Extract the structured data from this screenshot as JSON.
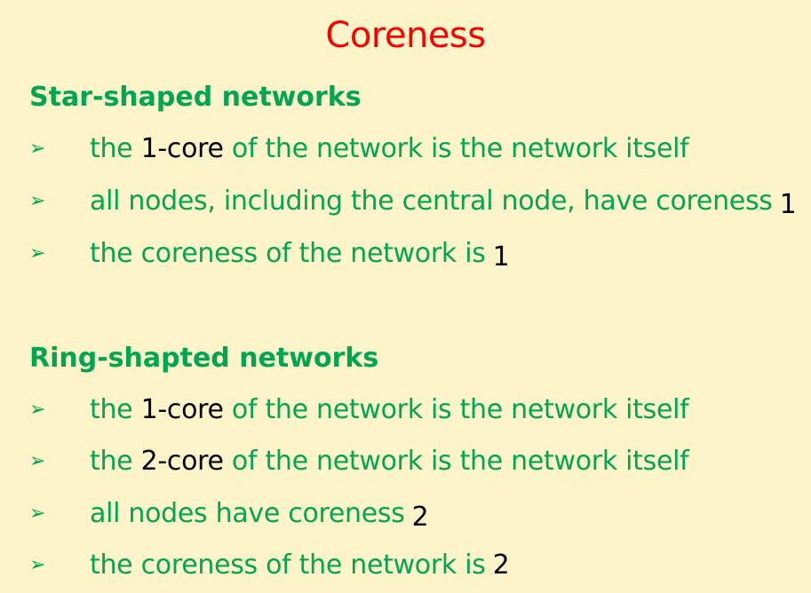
{
  "title": "Coreness",
  "sections": [
    {
      "heading": "Star-shaped networks",
      "items": [
        {
          "pre": "the ",
          "hl": "1-core",
          "post": " of the network is the network itself"
        },
        {
          "pre": "all nodes, including the central node, have coreness",
          "num": "1"
        },
        {
          "pre": "the coreness of the network is",
          "num": "1"
        }
      ]
    },
    {
      "heading": "Ring-shapted networks",
      "items": [
        {
          "pre": "the ",
          "hl": "1-core",
          "post": " of the network is the network itself"
        },
        {
          "pre": "the ",
          "hl": "2-core",
          "post": " of the network is the network itself"
        },
        {
          "pre": "all nodes have coreness",
          "num": "2"
        },
        {
          "pre": "the coreness of the network is",
          "num": "2"
        }
      ]
    }
  ],
  "bullet_glyph": "➢",
  "colors": {
    "background": "#fdf5c9",
    "title": "#ff0000",
    "text": "#00a651",
    "highlight": "#000000"
  }
}
